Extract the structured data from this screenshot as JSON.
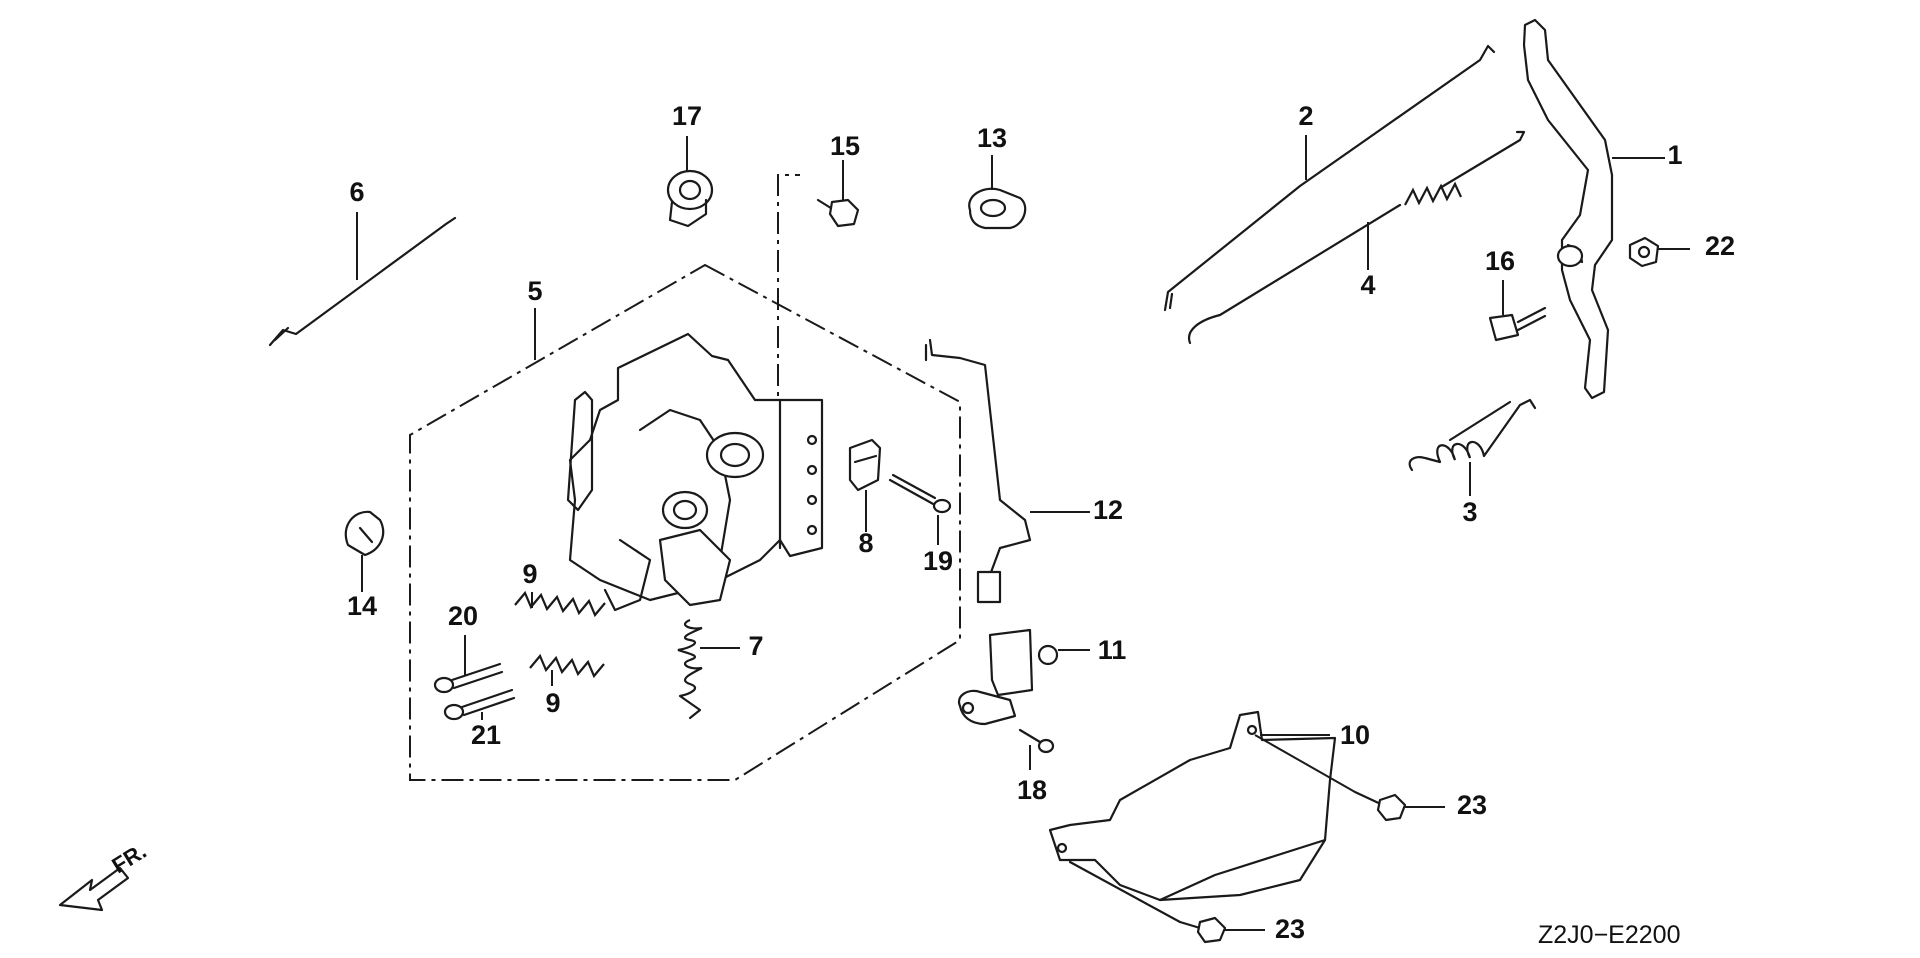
{
  "diagram": {
    "drawing_code": "Z2J0−E2200",
    "front_indicator": "FR.",
    "callouts": {
      "c1": "1",
      "c2": "2",
      "c3": "3",
      "c4": "4",
      "c5": "5",
      "c6": "6",
      "c7": "7",
      "c8": "8",
      "c9a": "9",
      "c9b": "9",
      "c10": "10",
      "c11": "11",
      "c12": "12",
      "c13": "13",
      "c14": "14",
      "c15": "15",
      "c16": "16",
      "c17": "17",
      "c18": "18",
      "c19": "19",
      "c20": "20",
      "c21": "21",
      "c22": "22",
      "c23a": "23",
      "c23b": "23"
    }
  }
}
